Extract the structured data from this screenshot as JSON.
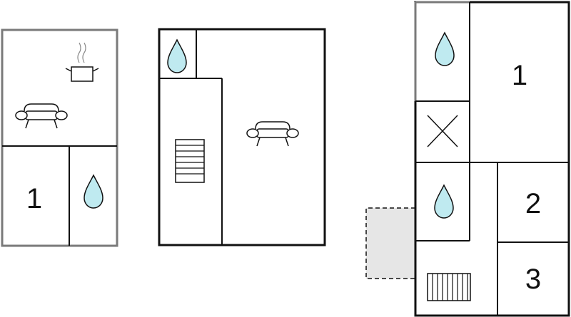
{
  "plans": [
    {
      "name": "plan-left",
      "rooms": [
        {
          "id": "living-kitchen",
          "label": "",
          "icons": [
            "cooking-pot-icon",
            "sofa-icon"
          ]
        },
        {
          "id": "bedroom",
          "label": "1",
          "icons": []
        },
        {
          "id": "bathroom",
          "label": "",
          "icons": [
            "water-drop-icon"
          ]
        }
      ]
    },
    {
      "name": "plan-middle",
      "rooms": [
        {
          "id": "bathroom",
          "label": "",
          "icons": [
            "water-drop-icon"
          ]
        },
        {
          "id": "stairs",
          "label": "",
          "icons": [
            "stairs-icon"
          ]
        },
        {
          "id": "living",
          "label": "",
          "icons": [
            "sofa-icon"
          ]
        }
      ]
    },
    {
      "name": "plan-right",
      "rooms": [
        {
          "id": "bathroom-upper",
          "label": "",
          "icons": [
            "water-drop-icon"
          ]
        },
        {
          "id": "bedroom-1",
          "label": "1",
          "icons": []
        },
        {
          "id": "storage",
          "label": "",
          "icons": [
            "cross-icon"
          ]
        },
        {
          "id": "bathroom-lower",
          "label": "",
          "icons": [
            "water-drop-icon"
          ]
        },
        {
          "id": "bedroom-2",
          "label": "2",
          "icons": []
        },
        {
          "id": "stairs",
          "label": "",
          "icons": [
            "stairs-icon"
          ]
        },
        {
          "id": "bedroom-3",
          "label": "3",
          "icons": []
        },
        {
          "id": "terrace",
          "label": "",
          "icons": []
        }
      ]
    }
  ],
  "colors": {
    "wall_gray": "#7a7a7a",
    "wall_black": "#111111",
    "water_fill": "#bfeaf0",
    "terrace_fill": "#e6e6e6"
  }
}
